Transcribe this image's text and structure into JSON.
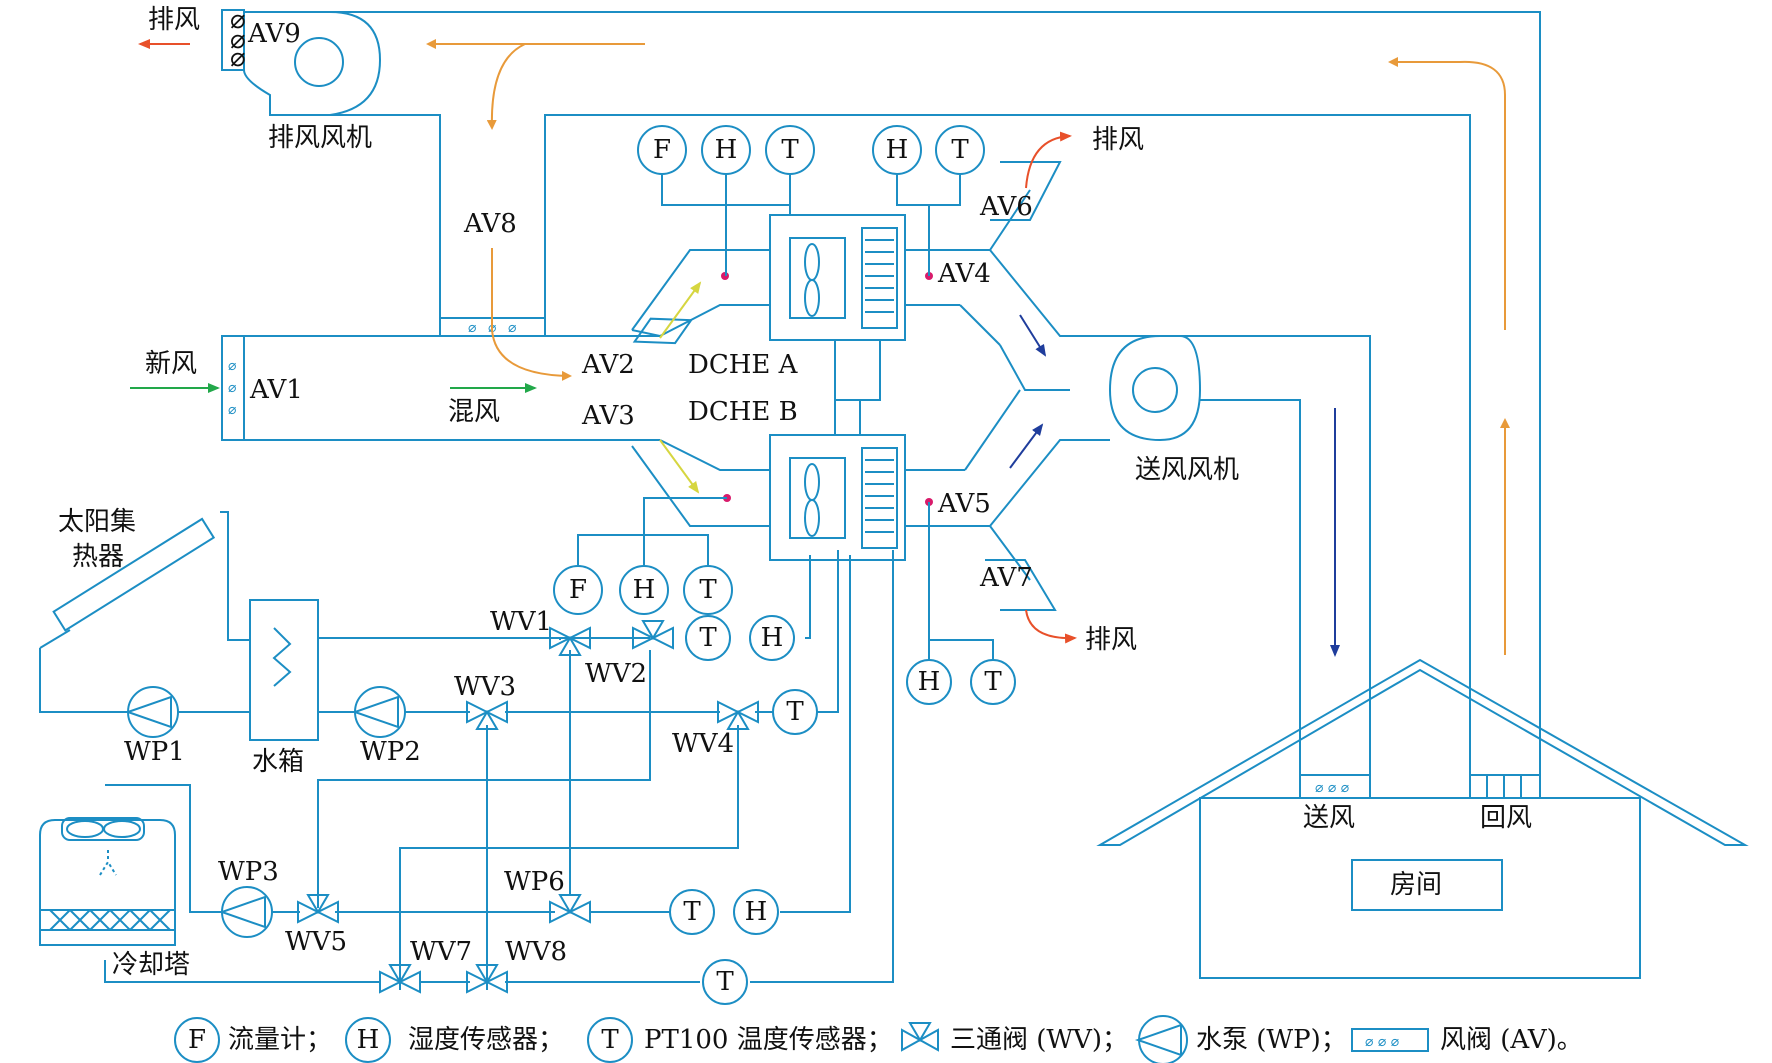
{
  "colors": {
    "line": "#1c8ec4",
    "fresh_arrow": "#22a84a",
    "exhaust_arrow": "#e8502a",
    "return_arrow": "#e89a3a",
    "supply_arrow": "#1f3d9c",
    "bypass_arrow": "#d6d640",
    "sensor_point": "#d81b6b"
  },
  "labels": {
    "exhaust_top": "排风",
    "av9": "AV9",
    "exhaust_fan": "排风风机",
    "av8": "AV8",
    "fresh_air": "新风",
    "av1": "AV1",
    "mixed_air": "混风",
    "av2": "AV2",
    "av3": "AV3",
    "dche_a": "DCHE A",
    "dche_b": "DCHE B",
    "av4": "AV4",
    "av5": "AV5",
    "av6": "AV6",
    "av7": "AV7",
    "exhaust_right_top": "排风",
    "exhaust_right_bottom": "排风",
    "supply_fan": "送风风机",
    "solar_collector_1": "太阳集",
    "solar_collector_2": "热器",
    "water_tank": "水箱",
    "wp1": "WP1",
    "wp2": "WP2",
    "wp3": "WP3",
    "wp6": "WP6",
    "wv1": "WV1",
    "wv2": "WV2",
    "wv3": "WV3",
    "wv4": "WV4",
    "wv5": "WV5",
    "wv7": "WV7",
    "wv8": "WV8",
    "cooling_tower": "冷却塔",
    "supply_air": "送风",
    "return_air": "回风",
    "room": "房间"
  },
  "sensors": {
    "top_a": [
      "F",
      "H",
      "T"
    ],
    "top_b": [
      "H",
      "T"
    ],
    "mid_b": [
      "F",
      "H",
      "T"
    ],
    "pipe_wv2": [
      "T",
      "H"
    ],
    "pipe_wv4": "T",
    "right_b": [
      "H",
      "T"
    ],
    "pipe_wp6": [
      "T",
      "H"
    ],
    "pipe_bottom": "T"
  },
  "legend": {
    "f_symbol": "F",
    "f_text": "流量计；",
    "h_symbol": "H",
    "h_text": "湿度传感器；",
    "t_symbol": "T",
    "t_text": "PT100 温度传感器；",
    "wv_text": "三通阀 (WV)；",
    "wp_text": "水泵 (WP)；",
    "av_text": "风阀 (AV)。"
  }
}
